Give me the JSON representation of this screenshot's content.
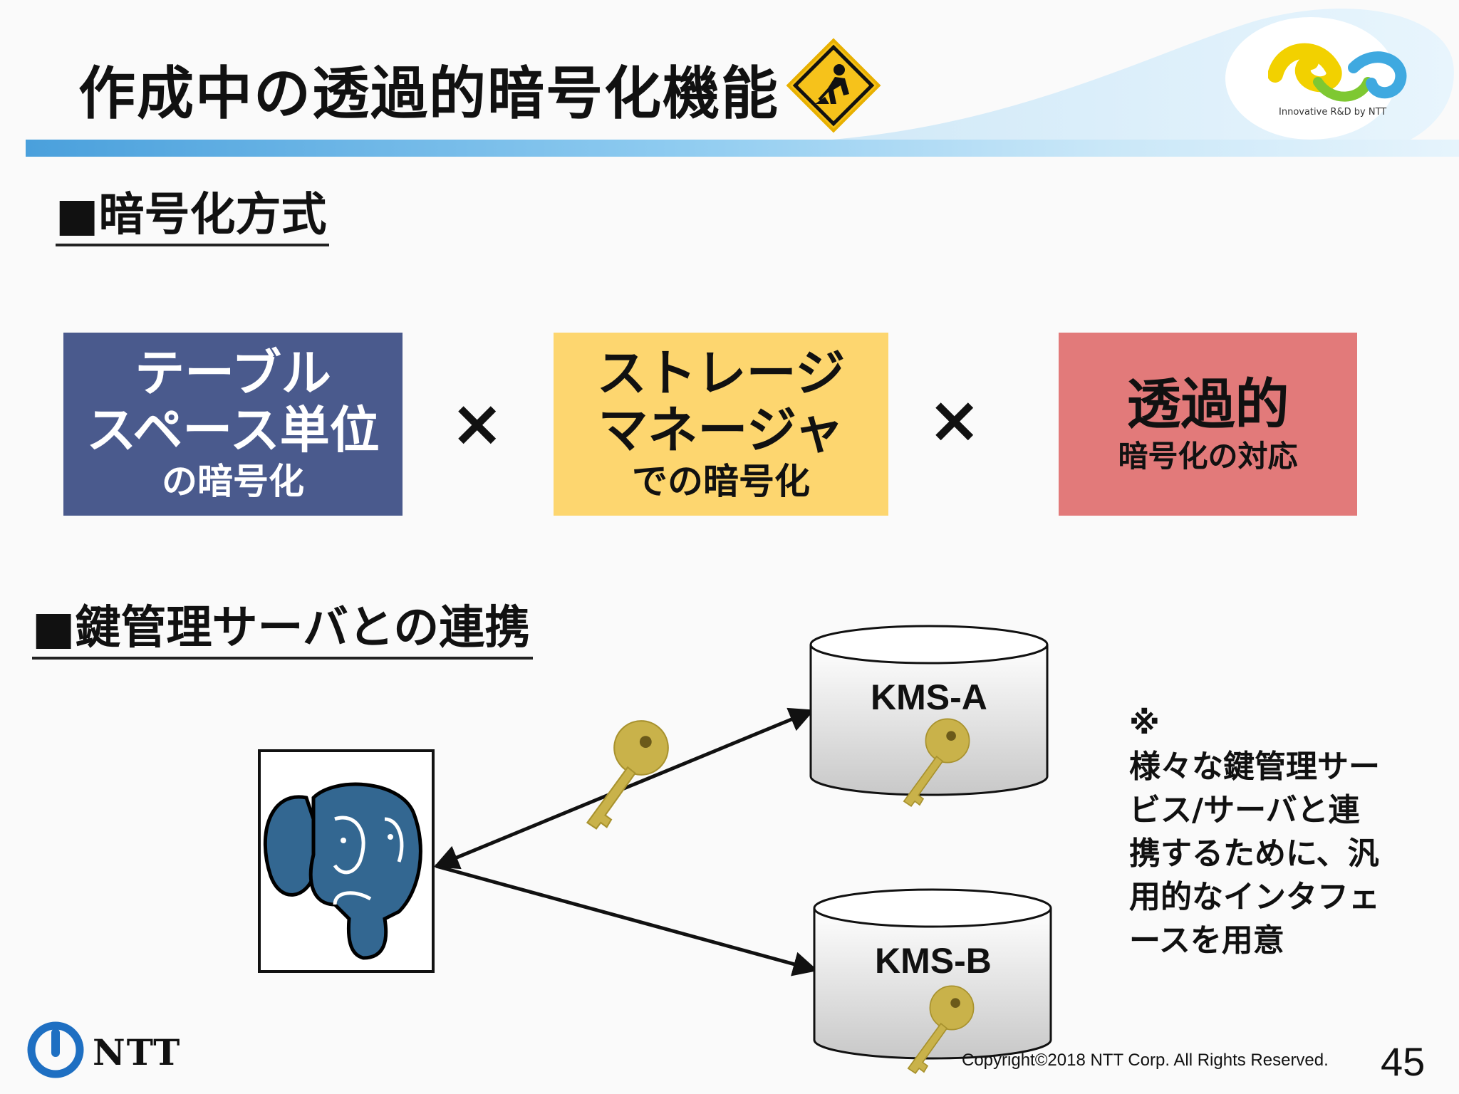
{
  "header": {
    "title": "作成中の透過的暗号化機能",
    "logo_text": "Innovative R&D by NTT"
  },
  "section1": {
    "heading": "■暗号化方式",
    "box1": {
      "line1": "テーブル",
      "line2": "スペース単位",
      "line3": "の暗号化",
      "color": "#4a5a8d"
    },
    "times1": "×",
    "box2": {
      "line1": "ストレージ",
      "line2": "マネージャ",
      "line3": "での暗号化",
      "color": "#fdd66f"
    },
    "times2": "×",
    "box3": {
      "line1": "透過的",
      "line2": "暗号化の対応",
      "color": "#e27a7a"
    }
  },
  "section2": {
    "heading": "■鍵管理サーバとの連携",
    "kms_a": "KMS-A",
    "kms_b": "KMS-B",
    "note": "※\n様々な鍵管理サー\nビス/サーバと連\n携するために、汎\n用的なインタフェ\nースを用意",
    "icons": [
      "postgresql-elephant-icon",
      "key-icon",
      "construction-sign-icon"
    ]
  },
  "footer": {
    "company": "NTT",
    "copyright": "Copyright©2018  NTT Corp. All Rights Reserved.",
    "page_number": "45"
  }
}
